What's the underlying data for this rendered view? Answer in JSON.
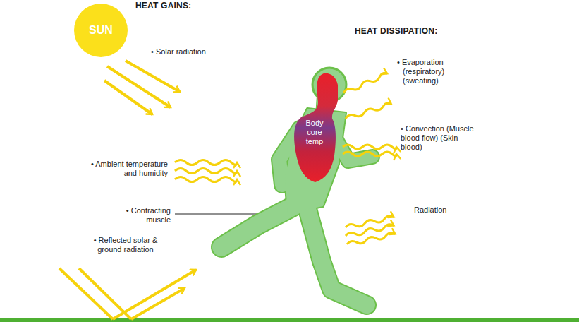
{
  "diagram": {
    "nodes": [
      {
        "text": [
          "SUN"
        ]
      },
      {
        "text": [
          "Body core temp"
        ]
      }
    ],
    "labels": [
      "HEAT GAINS:",
      "• Solar radiation",
      "• Ambient temperature and humidity",
      "• Contracting muscle",
      "• Reflected solar & ground radiation",
      "HEAT DISSIPATION:",
      "• Evaporation (respiratory) (sweating)",
      "• Convection (Muscle blood flow) (Skin blood)",
      "Radiation"
    ]
  }
}
